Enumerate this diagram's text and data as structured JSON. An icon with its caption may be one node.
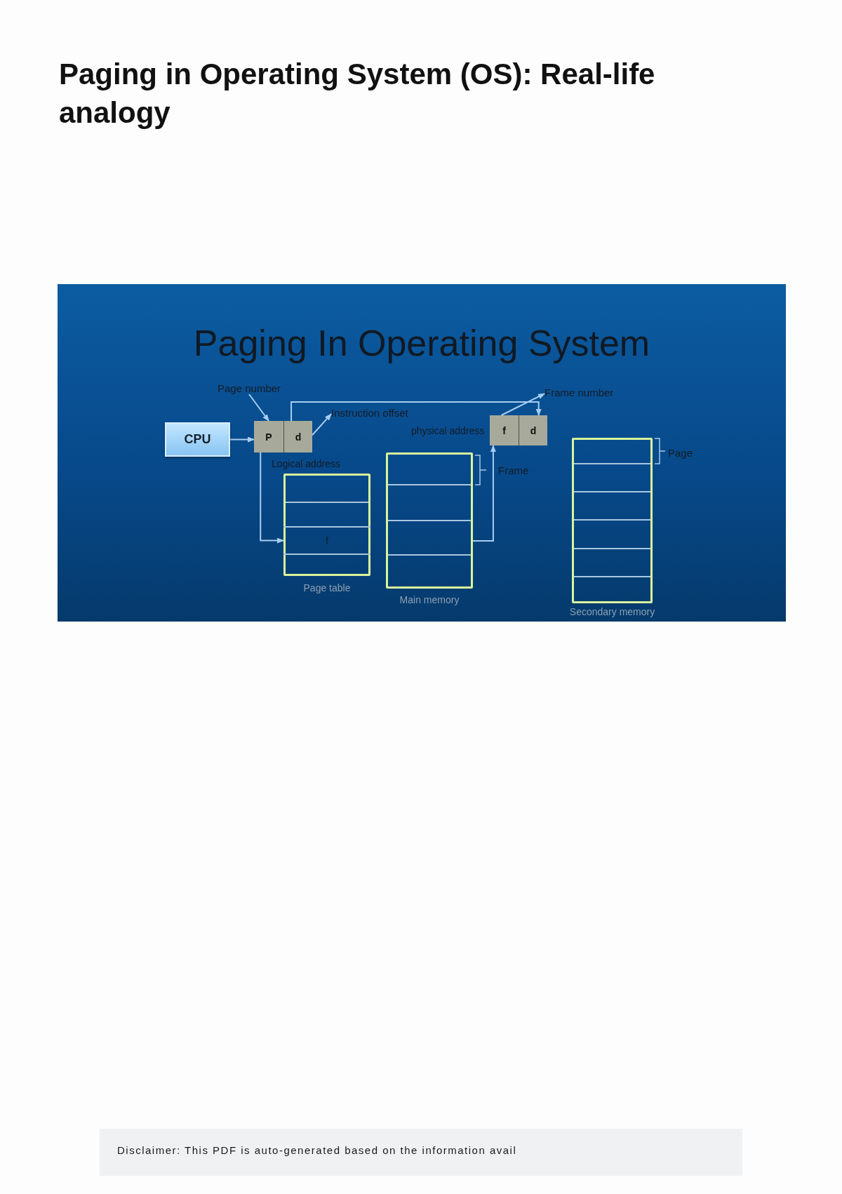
{
  "diagram": {
    "title": "Paging in Operating System (OS): Real-life analogy",
    "nodes": [
      {
        "text": [
          "CPU"
        ]
      },
      {
        "text": [
          "Page number"
        ]
      },
      {
        "text": [],
        "shape": "box",
        "beside": [
          "Logical address"
        ]
      },
      {
        "text": [
          "P"
        ],
        "in": 2
      },
      {
        "text": [
          "d"
        ],
        "in": 2
      },
      {
        "text": [
          "Instruction offset"
        ]
      },
      {
        "text": [
          "Frame number"
        ]
      },
      {
        "text": [],
        "shape": "box",
        "beside": [
          "physical address"
        ]
      },
      {
        "text": [
          "f"
        ],
        "in": 7
      },
      {
        "text": [
          "d"
        ],
        "in": 7
      },
      {
        "text": [
          "Page table"
        ]
      },
      {
        "text": [
          "f"
        ],
        "in": 10
      },
      {
        "text": [
          "Main memory"
        ]
      },
      {
        "text": [
          "Secondary memory"
        ]
      }
    ],
    "edges": [
      {
        "from": 0,
        "to": 3,
        "arrow": "to"
      },
      {
        "from": 1,
        "to": 3,
        "arrow": "to"
      },
      {
        "from": 4,
        "to": 5,
        "arrow": "to"
      },
      {
        "from": 3,
        "to": 11,
        "arrow": "to"
      },
      {
        "from": 4,
        "to": 9,
        "arrow": "to"
      },
      {
        "from": 8,
        "to": 6,
        "arrow": "to"
      },
      {
        "from": 12,
        "to": 8,
        "arrow": "to"
      }
    ],
    "labels": [
      "Paging In Operating System",
      "Frame",
      "Page",
      "Disclaimer: This PDF is auto-generated based on the information avail"
    ]
  }
}
